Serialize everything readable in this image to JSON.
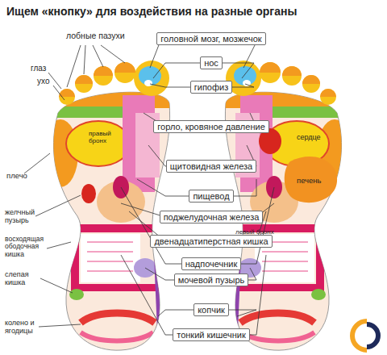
{
  "diagram": {
    "title": "Ищем «кнопку» для воздействия на разные органы",
    "labels": [
      "лобные пазухи",
      "головной мозг, мозжечок",
      "глаз",
      "ухо",
      "нос",
      "гипофиз",
      "горло, кровяное давление",
      "правый бронх",
      "сердце",
      "щитовидная железа",
      "плечо",
      "печень",
      "пищевод",
      "поджелудочная железа",
      "желчный пузырь",
      "левый бронх",
      "двенадцатиперстная кишка",
      "восходящая ободочная кишка",
      "надпочечник",
      "слепая кишка",
      "мочевой пузырь",
      "копчик",
      "колено и ягодицы",
      "тонкий кишечник"
    ]
  }
}
